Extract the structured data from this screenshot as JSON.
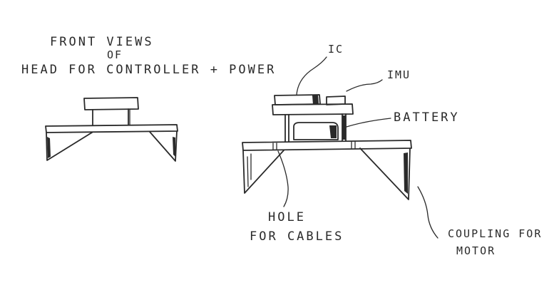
{
  "diagram": {
    "title_line1": "FRONT VIEWS",
    "title_line2": "OF",
    "title_line3": "HEAD FOR CONTROLLER + POWER",
    "labels": {
      "ic": "IC",
      "imu": "IMU",
      "battery": "BATTERY",
      "hole_line1": "HOLE",
      "hole_line2": "FOR CABLES",
      "coupling_line1": "COUPLING FOR",
      "coupling_line2": "MOTOR"
    }
  }
}
